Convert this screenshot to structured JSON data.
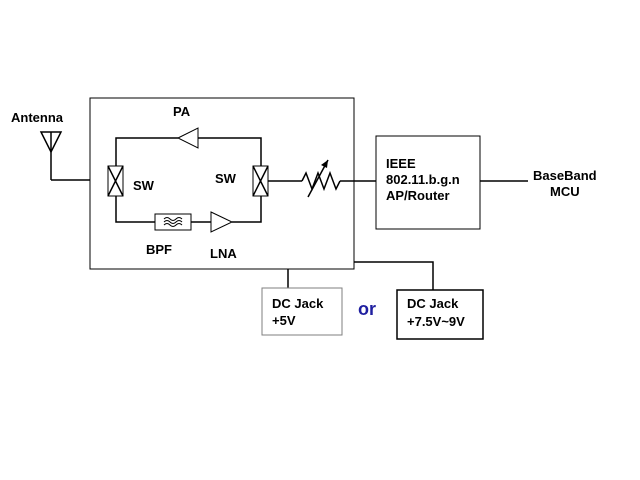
{
  "labels": {
    "antenna": "Antenna",
    "pa": "PA",
    "sw_left": "SW",
    "sw_right": "SW",
    "bpf": "BPF",
    "lna": "LNA",
    "ieee_line1": "IEEE",
    "ieee_line2": "802.11.b.g.n",
    "ieee_line3": "AP/Router",
    "baseband_line1": "BaseBand",
    "baseband_line2": "MCU",
    "dc5_line1": "DC Jack",
    "dc5_line2": "+5V",
    "or": "or",
    "dc9_line1": "DC Jack",
    "dc9_line2": "+7.5V~9V"
  },
  "colors": {
    "line": "#000000",
    "background": "#ffffff",
    "or_text": "#1f1fa0",
    "dc5_box_border": "#7f7f7f"
  }
}
